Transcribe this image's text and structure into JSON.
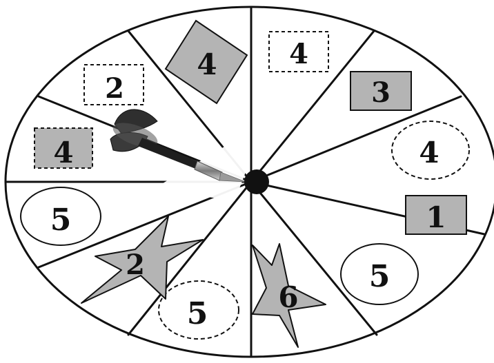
{
  "sectors": [
    {
      "label": "4",
      "shape": "dashed-square",
      "fill": "none"
    },
    {
      "label": "3",
      "shape": "square",
      "fill": "gray"
    },
    {
      "label": "4",
      "shape": "dashed-circle",
      "fill": "none"
    },
    {
      "label": "1",
      "shape": "square",
      "fill": "gray"
    },
    {
      "label": "5",
      "shape": "circle",
      "fill": "none"
    },
    {
      "label": "6",
      "shape": "star",
      "fill": "gray"
    },
    {
      "label": "5",
      "shape": "dashed-circle",
      "fill": "none"
    },
    {
      "label": "2",
      "shape": "star",
      "fill": "gray"
    },
    {
      "label": "5",
      "shape": "circle",
      "fill": "none"
    },
    {
      "label": "4",
      "shape": "dashed-square",
      "fill": "gray"
    },
    {
      "label": "2",
      "shape": "dashed-square",
      "fill": "none"
    },
    {
      "label": "4",
      "shape": "diamond",
      "fill": "gray"
    }
  ],
  "dart": {
    "icon": "dart-icon",
    "hit_sector": "center"
  },
  "colors": {
    "shape_fill": "#b4b4b4",
    "outline": "#111111",
    "background": "#ffffff"
  }
}
